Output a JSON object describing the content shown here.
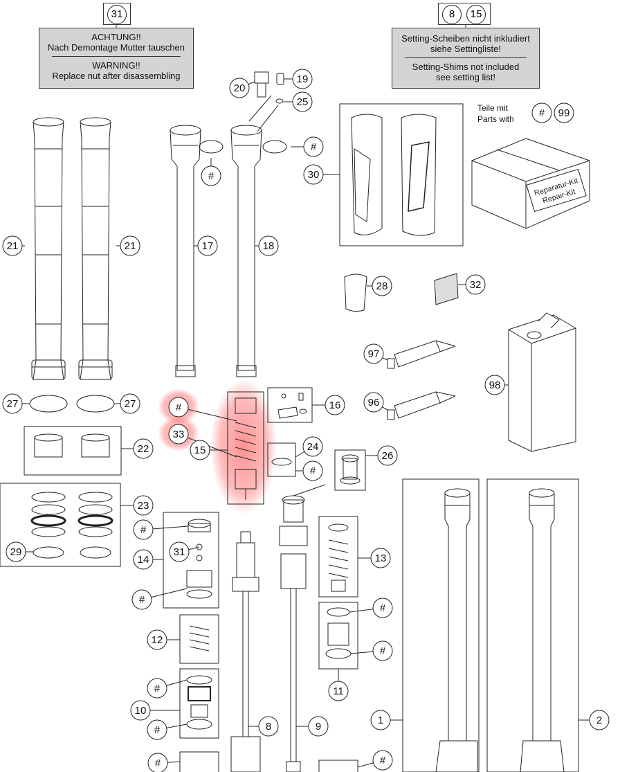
{
  "warnings": {
    "left": {
      "ref": "31",
      "line1": "ACHTUNG!!",
      "line2": "Nach Demontage Mutter tauschen",
      "line3": "WARNING!!",
      "line4": "Replace nut after disassembling"
    },
    "right": {
      "ref_a": "8",
      "ref_b": "15",
      "line1": "Setting-Scheiben nicht inkludiert",
      "line2": "siehe Settingliste!",
      "line3": "Setting-Shims not included",
      "line4": "see setting list!"
    }
  },
  "legend": {
    "line1": "Teile mit",
    "line2": "Parts with",
    "hash": "#",
    "ref": "99"
  },
  "repair_kit": {
    "line1": "Reparatur-Kit",
    "line2": "Repair-Kit"
  },
  "callouts": [
    "21",
    "21",
    "17",
    "18",
    "20",
    "19",
    "25",
    "#",
    "#",
    "30",
    "28",
    "32",
    "97",
    "96",
    "98",
    "27",
    "27",
    "22",
    "16",
    "#",
    "33",
    "15",
    "24",
    "#",
    "26",
    "23",
    "29",
    "#",
    "31",
    "14",
    "#",
    "13",
    "#",
    "#",
    "12",
    "#",
    "10",
    "#",
    "11",
    "8",
    "9",
    "1",
    "2",
    "#",
    "#"
  ],
  "colors": {
    "highlight": "#ff3b3b",
    "box_fill": "#d4d4d4",
    "line": "#222222"
  }
}
